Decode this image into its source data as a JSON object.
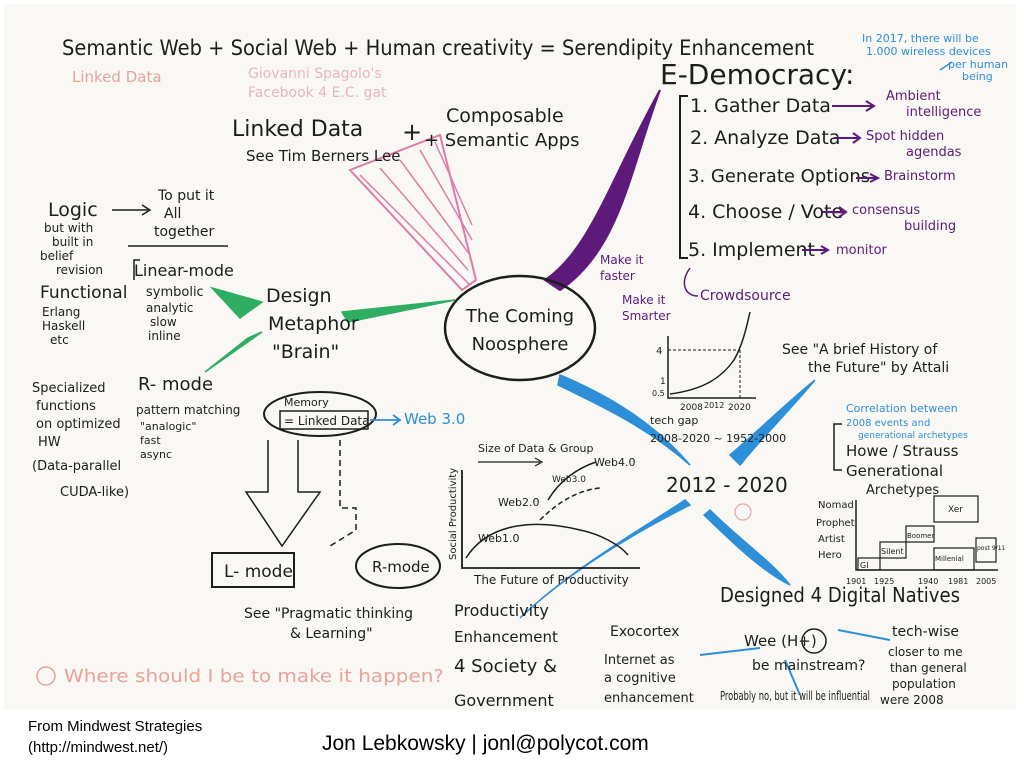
{
  "colors": {
    "ink": "#1d1d1d",
    "purple": "#5d1a7a",
    "pink": "#e07aa8",
    "green": "#2fae62",
    "blue": "#2d8fd8",
    "faded_red": "#e8a39a",
    "faded_pink": "#e8b5c4"
  },
  "header": {
    "title": "Semantic Web + Social Web + Human creativity = Serendipity Enhancement",
    "linked_data_faded": "Linked Data",
    "giovanni_line1": "Giovanni Spagolo's",
    "giovanni_line2": "Facebook 4 E.C. gat",
    "note_2017_line1": "In 2017, there will be",
    "note_2017_line2": "1.000 wireless devices",
    "note_2017_line3": "per human",
    "note_2017_line4": "being"
  },
  "center": {
    "line1": "The Coming",
    "line2": "Noosphere"
  },
  "linked_data": {
    "line1": "Linked Data",
    "line2": "See Tim Berners Lee",
    "plus": "+",
    "composable1": "Composable",
    "composable2": "+ Semantic Apps"
  },
  "edemocracy": {
    "title": "E-Democracy:",
    "steps": [
      {
        "label": "1. Gather Data",
        "result1": "Ambient",
        "result2": "intelligence"
      },
      {
        "label": "2. Analyze Data",
        "result1": "Spot hidden",
        "result2": "agendas"
      },
      {
        "label": "3. Generate Options",
        "result1": "Brainstorm",
        "result2": ""
      },
      {
        "label": "4. Choose / Vote",
        "result1": "consensus",
        "result2": "building"
      },
      {
        "label": "5. Implement",
        "result1": "monitor",
        "result2": ""
      }
    ],
    "faster1": "Make it",
    "faster2": "faster",
    "smarter1": "Make it",
    "smarter2": "Smarter",
    "crowdsource": "Crowdsource"
  },
  "design": {
    "line1": "Design",
    "line2": "Metaphor",
    "line3": "\"Brain\"",
    "logic_lines": [
      "Logic",
      "but with",
      "built in",
      "belief",
      "revision"
    ],
    "put_lines": [
      "To put it",
      "All",
      "together"
    ],
    "functional_lines": [
      "Functional",
      "Erlang",
      "Haskell",
      "etc"
    ],
    "linear_mode": "Linear-mode",
    "symbolic_lines": [
      "symbolic",
      "analytic",
      "slow",
      "inline"
    ],
    "rmode": "R- mode",
    "pattern_lines": [
      "pattern matching",
      "\"analogic\"",
      "fast",
      "async"
    ],
    "specialized_lines": [
      "Specialized",
      "functions",
      "on optimized",
      "HW",
      "(Data-parallel",
      "CUDA-like)"
    ],
    "memory": "Memory",
    "memory_box": "= Linked Data",
    "web30": "Web 3.0",
    "lmode": "L- mode",
    "rmode_oval": "R-mode",
    "pragmatic1": "See \"Pragmatic thinking",
    "pragmatic2": "& Learning\""
  },
  "graph": {
    "size_label": "Size of Data & Group",
    "ylabel": "Social Productivity",
    "xlabel": "The Future of Productivity",
    "web10": "Web1.0",
    "web20": "Web2.0",
    "web30": "Web3.0",
    "web40": "Web4.0"
  },
  "timeline": {
    "label": "2012 - 2020",
    "axis_4": "4",
    "axis_1": "1",
    "axis_05": "0.5",
    "ticks": [
      "2008",
      "2012",
      "2020"
    ],
    "tech_gap1": "tech gap",
    "tech_gap2": "2008-2020 ~ 1952-2000",
    "history1": "See \"A brief History of",
    "history2": "the Future\" by Attali"
  },
  "generations": {
    "correlation1": "Correlation between",
    "correlation2": "2008 events and",
    "correlation3": "generational archetypes",
    "howe1": "Howe / Strauss",
    "howe2": "Generational",
    "howe3": "Archetypes",
    "rows": [
      "Nomad",
      "Prophet",
      "Artist",
      "Hero"
    ],
    "blocks": [
      "GI",
      "Silent",
      "Boomer",
      "Xer",
      "Millenial",
      "post 9/11"
    ],
    "years": [
      "1901",
      "1925",
      "1940",
      "1981",
      "2005"
    ]
  },
  "natives": {
    "title": "Designed 4 Digital Natives",
    "productivity": [
      "Productivity",
      "Enhancement",
      "4 Society &",
      "Government"
    ],
    "exocortex": [
      "Exocortex",
      "Internet as",
      "a cognitive",
      "enhancement"
    ],
    "wee": "Wee (H+)",
    "mainstream": "be mainstream?",
    "probably": "Probably no, but it will be influential",
    "techwise": [
      "tech-wise",
      "closer to me",
      "than general",
      "population",
      "were 2008"
    ]
  },
  "question": "Where should I be to make it happen?",
  "footer": {
    "source1": "From Mindwest Strategies",
    "source2": "(http://mindwest.net/)",
    "credit": "Jon Lebkowsky | jonl@polycot.com"
  }
}
